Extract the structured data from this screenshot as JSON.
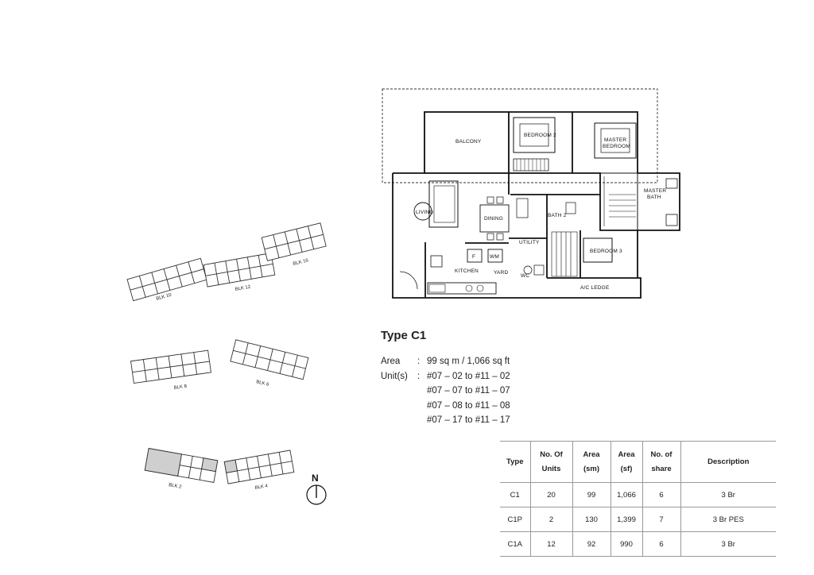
{
  "floor_plan": {
    "rooms": {
      "balcony": "BALCONY",
      "bedroom2": "BEDROOM 2",
      "master_bedroom_l1": "MASTER",
      "master_bedroom_l2": "BEDROOM",
      "master_bath_l1": "MASTER",
      "master_bath_l2": "BATH",
      "living": "LIVING",
      "dining": "DINING",
      "bath2": "BATH 2",
      "utility": "UTILITY",
      "bedroom3": "BEDROOM 3",
      "kitchen": "KITCHEN",
      "yard": "YARD",
      "fridge": "F",
      "washer": "WM",
      "wc": "WC",
      "ac_ledge": "A/C LEDGE"
    }
  },
  "key_plan": {
    "blocks": [
      "BLK 10",
      "BLK 12",
      "BLK 16",
      "BLK 8",
      "BLK 6",
      "BLK 2",
      "BLK 4"
    ],
    "north_label": "N"
  },
  "unit_type": {
    "title": "Type C1",
    "area_label": "Area",
    "area_value": "99 sq m / 1,066 sq ft",
    "units_label": "Unit(s)",
    "units": [
      "#07 – 02 to #11 – 02",
      "#07 – 07 to #11 – 07",
      "#07 – 08 to #11 – 08",
      "#07 – 17 to #11 – 17"
    ]
  },
  "table": {
    "headers": [
      "Type",
      "No. Of Units",
      "Area (sm)",
      "Area (sf)",
      "No. of share",
      "Description"
    ],
    "rows": [
      [
        "C1",
        "20",
        "99",
        "1,066",
        "6",
        "3 Br"
      ],
      [
        "C1P",
        "2",
        "130",
        "1,399",
        "7",
        "3 Br PES"
      ],
      [
        "C1A",
        "12",
        "92",
        "990",
        "6",
        "3 Br"
      ]
    ]
  }
}
